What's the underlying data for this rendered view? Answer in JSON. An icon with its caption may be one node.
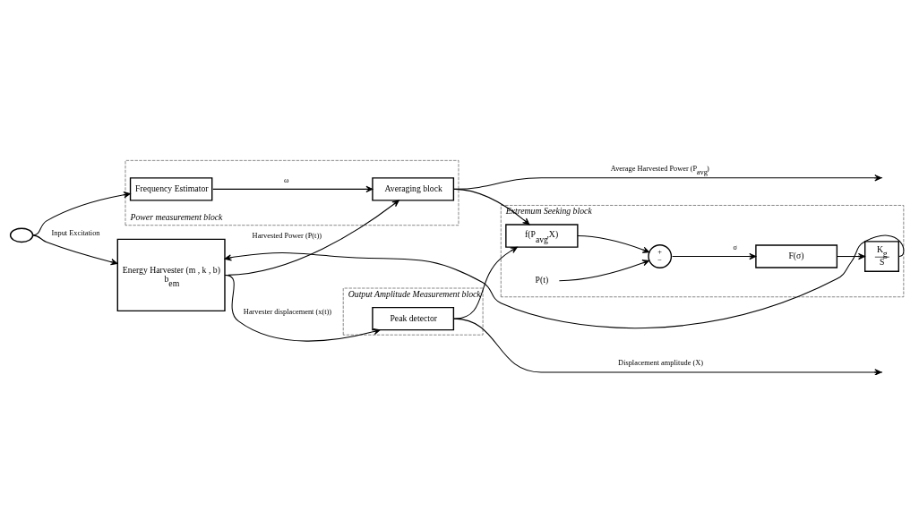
{
  "diagram": {
    "nodes": [
      {
        "text": [
          "Output Amplitude Measurement block"
        ]
      },
      {
        "text": [
          "Power measurement block"
        ]
      },
      {
        "text": [
          "Extremum Seeking block"
        ]
      },
      {
        "text": [],
        "shape": "wave"
      },
      {
        "text": [
          "Energy Harvester (m , k , b)",
          "b$_{em}$"
        ]
      },
      {
        "text": [
          "Peak detector"
        ],
        "in": 0
      },
      {
        "text": [
          "Frequency Estimator"
        ],
        "in": 1
      },
      {
        "text": [
          "Averaging block"
        ],
        "in": 1
      },
      {
        "text": [
          "K$_{g}$",
          "S"
        ],
        "in": 2
      },
      {
        "text": [
          "F(σ)"
        ],
        "in": 2
      },
      {
        "text": [
          "+",
          "−"
        ],
        "in": 2
      },
      {
        "text": [
          "f(P$_{avg}$,X)"
        ],
        "in": 2
      },
      {
        "text": [
          "P(t)"
        ],
        "in": 2
      }
    ],
    "edges": [
      {
        "from": 3,
        "to": 4,
        "arrow": "to",
        "label": "Input Excitation"
      },
      {
        "from": 3,
        "to": 6,
        "arrow": "to"
      },
      {
        "from": 4,
        "to": 5,
        "arrow": "to",
        "label": "Harvester displacement (x(t))"
      },
      {
        "from": 4,
        "to": 7,
        "arrow": "to",
        "label": "Harvested Power (P(t))"
      },
      {
        "from": 5,
        "to": null,
        "arrow": "to",
        "label": "Displacement amplitude (X)"
      },
      {
        "from": 5,
        "to": 11,
        "arrow": "to"
      },
      {
        "from": 7,
        "to": null,
        "arrow": "to",
        "label": "Average Harvested Power (P$_{avg}$)"
      },
      {
        "from": 7,
        "to": 11,
        "arrow": "to"
      },
      {
        "from": 6,
        "to": 7,
        "arrow": "to",
        "label": "ω"
      },
      {
        "from": 11,
        "to": 10,
        "arrow": "to"
      },
      {
        "from": 12,
        "to": 10,
        "arrow": "to"
      },
      {
        "from": 10,
        "to": 9,
        "arrow": "to",
        "label": "σ"
      },
      {
        "from": 9,
        "to": 8,
        "arrow": "to"
      },
      {
        "from": 8,
        "to": 4,
        "arrow": "to"
      }
    ]
  }
}
